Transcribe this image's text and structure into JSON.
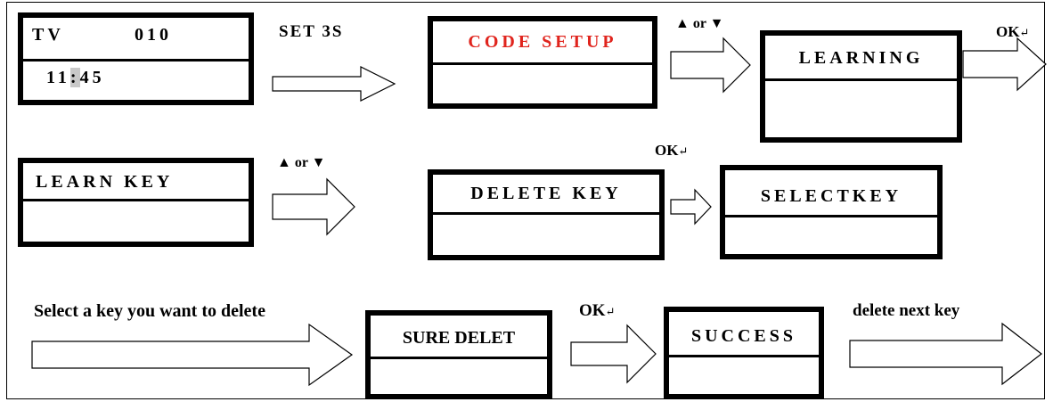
{
  "screens": {
    "home": {
      "line1_left": "TV",
      "line1_right": "010",
      "time_h": "11",
      "time_sep": ":",
      "time_m": "45"
    },
    "code_setup": "CODE SETUP",
    "learning": "LEARNING",
    "learn_key": "LEARN KEY",
    "delete_key": "DELETE KEY",
    "select_key": "SELECTKEY",
    "sure_delete": "SURE DELET",
    "success": "SUCCESS"
  },
  "labels": {
    "set3s": "SET 3S",
    "up_or_down_1": "▲ or ▼",
    "ok_1": "OK",
    "up_or_down_2": "▲ or ▼",
    "ok_2": "OK",
    "select_key_prompt": "Select a key you want to delete",
    "ok_3": "OK",
    "delete_next": "delete next key"
  },
  "colors": {
    "highlight_text": "#e0241d"
  }
}
